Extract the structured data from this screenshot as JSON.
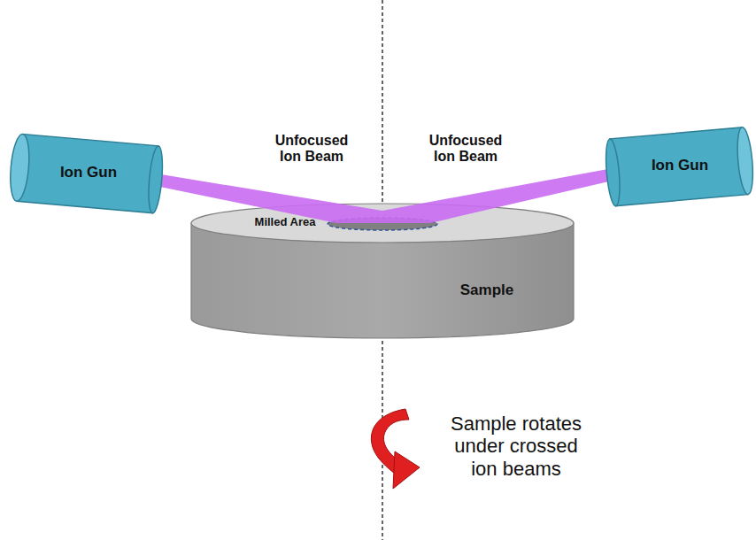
{
  "diagram": {
    "nodes": [
      {
        "text": [
          "Ion Gun"
        ]
      },
      {
        "text": [
          "Ion Gun"
        ]
      },
      {
        "text": [
          "Sample"
        ]
      }
    ],
    "labels": [
      "Unfocused Ion Beam",
      "Unfocused Ion Beam",
      "Milled Area",
      "Sample rotates under crossed ion beams"
    ]
  }
}
